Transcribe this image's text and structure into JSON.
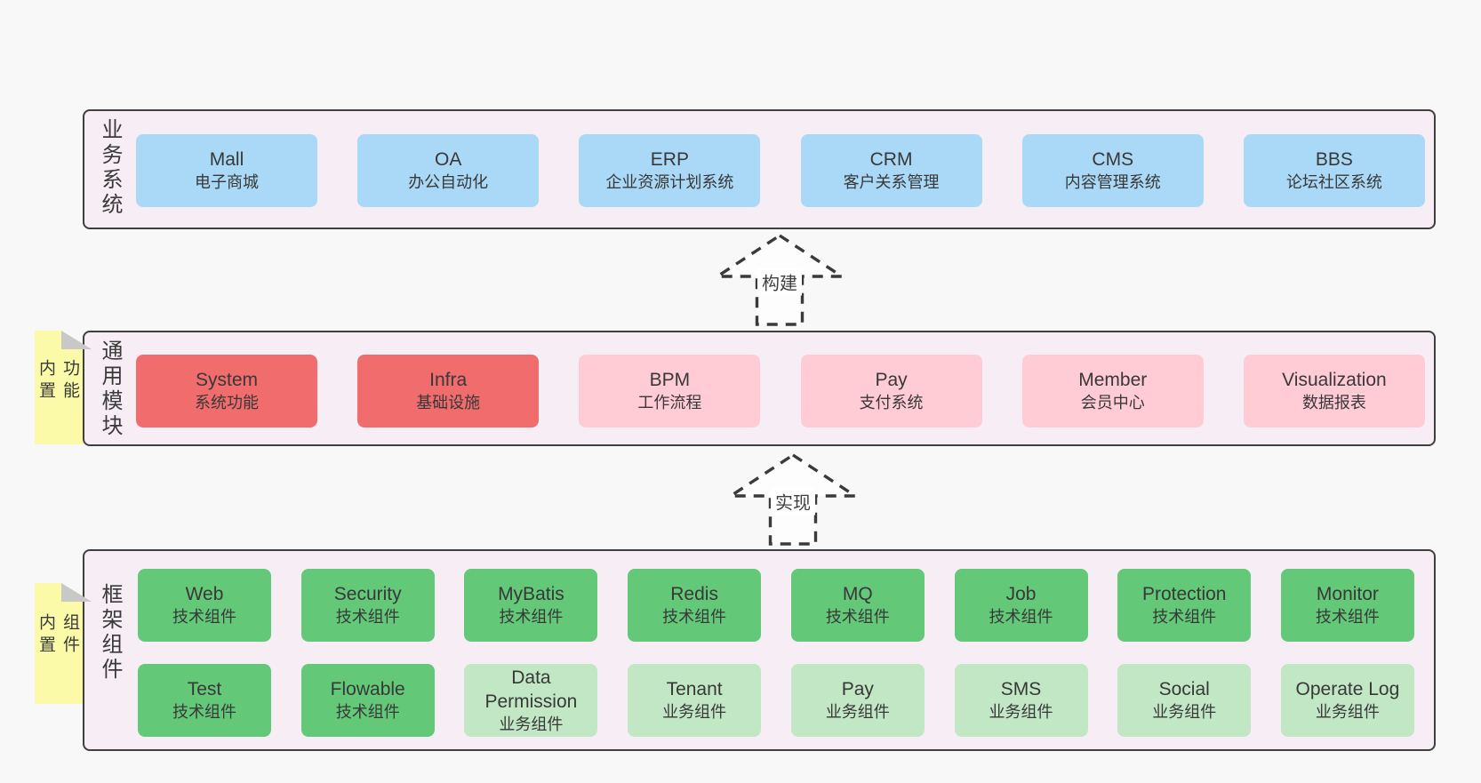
{
  "colors": {
    "page_background": "#f8f8f8",
    "container_fill": "#f7edf4",
    "container_border": "#3f3f3f",
    "blue": "#a9d9f6",
    "red": "#f16c6c",
    "pink": "#ffccd6",
    "green": "#63c878",
    "lightgreen": "#c1e7c4",
    "sticky_fill": "#fafaa8",
    "sticky_fold": "#c8c8c8",
    "arrow_stroke": "#3a3a3a",
    "text": "#3a3a3a"
  },
  "layer1": {
    "label": "业务系统",
    "boxes": [
      {
        "en": "Mall",
        "zh": "电子商城",
        "color": "blue"
      },
      {
        "en": "OA",
        "zh": "办公自动化",
        "color": "blue"
      },
      {
        "en": "ERP",
        "zh": "企业资源计划系统",
        "color": "blue"
      },
      {
        "en": "CRM",
        "zh": "客户关系管理",
        "color": "blue"
      },
      {
        "en": "CMS",
        "zh": "内容管理系统",
        "color": "blue"
      },
      {
        "en": "BBS",
        "zh": "论坛社区系统",
        "color": "blue"
      }
    ]
  },
  "arrow1": {
    "label": "构建"
  },
  "layer2": {
    "label": "通用模块",
    "sticky": "内置功能",
    "boxes": [
      {
        "en": "System",
        "zh": "系统功能",
        "color": "red"
      },
      {
        "en": "Infra",
        "zh": "基础设施",
        "color": "red"
      },
      {
        "en": "BPM",
        "zh": "工作流程",
        "color": "pink"
      },
      {
        "en": "Pay",
        "zh": "支付系统",
        "color": "pink"
      },
      {
        "en": "Member",
        "zh": "会员中心",
        "color": "pink"
      },
      {
        "en": "Visualization",
        "zh": "数据报表",
        "color": "pink"
      }
    ]
  },
  "arrow2": {
    "label": "实现"
  },
  "layer3": {
    "label": "框架组件",
    "sticky": "内置组件",
    "row1": [
      {
        "en": "Web",
        "zh": "技术组件",
        "color": "green"
      },
      {
        "en": "Security",
        "zh": "技术组件",
        "color": "green"
      },
      {
        "en": "MyBatis",
        "zh": "技术组件",
        "color": "green"
      },
      {
        "en": "Redis",
        "zh": "技术组件",
        "color": "green"
      },
      {
        "en": "MQ",
        "zh": "技术组件",
        "color": "green"
      },
      {
        "en": "Job",
        "zh": "技术组件",
        "color": "green"
      },
      {
        "en": "Protection",
        "zh": "技术组件",
        "color": "green"
      },
      {
        "en": "Monitor",
        "zh": "技术组件",
        "color": "green"
      }
    ],
    "row2": [
      {
        "en": "Test",
        "zh": "技术组件",
        "color": "green"
      },
      {
        "en": "Flowable",
        "zh": "技术组件",
        "color": "green"
      },
      {
        "en": "Data Permission",
        "zh": "业务组件",
        "color": "lightgreen"
      },
      {
        "en": "Tenant",
        "zh": "业务组件",
        "color": "lightgreen"
      },
      {
        "en": "Pay",
        "zh": "业务组件",
        "color": "lightgreen"
      },
      {
        "en": "SMS",
        "zh": "业务组件",
        "color": "lightgreen"
      },
      {
        "en": "Social",
        "zh": "业务组件",
        "color": "lightgreen"
      },
      {
        "en": "Operate Log",
        "zh": "业务组件",
        "color": "lightgreen"
      }
    ]
  }
}
